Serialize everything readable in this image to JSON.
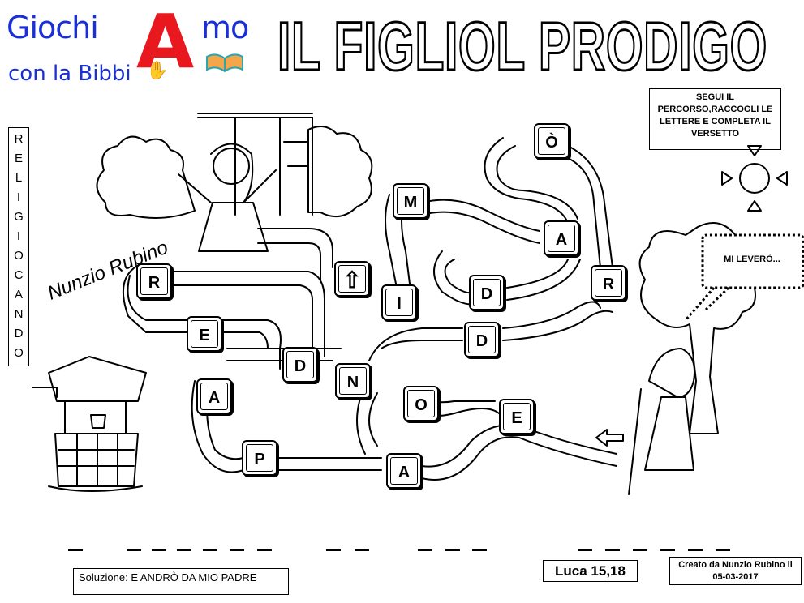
{
  "logo": {
    "line1_left": "Giochi",
    "big_letter": "A",
    "line1_right": "mo",
    "line2": "con la Bibbi"
  },
  "title": "IL FIGLIOL PRODIGO",
  "instructions": "SEGUI IL PERCORSO,RACCOGLI LE LETTERE E COMPLETA IL VERSETTO",
  "side_word": [
    "R",
    "E",
    "L",
    "I",
    "G",
    "I",
    "O",
    "C",
    "A",
    "N",
    "D",
    "O"
  ],
  "signature": "Nunzio Rubino",
  "speech_bubble": "MI LEVERÒ...",
  "tiles": [
    {
      "letter": "Ò"
    },
    {
      "letter": "M"
    },
    {
      "letter": "A"
    },
    {
      "letter": "R"
    },
    {
      "letter": "R"
    },
    {
      "letter": "⇧"
    },
    {
      "letter": "D"
    },
    {
      "letter": "I"
    },
    {
      "letter": "E"
    },
    {
      "letter": "D"
    },
    {
      "letter": "D"
    },
    {
      "letter": "N"
    },
    {
      "letter": "A"
    },
    {
      "letter": "O"
    },
    {
      "letter": "E"
    },
    {
      "letter": "P"
    },
    {
      "letter": "A"
    }
  ],
  "solution": "Soluzione: E ANDRÒ DA MIO PADRE",
  "reference": "Luca 15,18",
  "credit": {
    "line1": "Creato da Nunzio Rubino il",
    "line2": "05-03-2017"
  },
  "colors": {
    "logo_blue": "#1a2fd6",
    "logo_red": "#e8181e"
  }
}
